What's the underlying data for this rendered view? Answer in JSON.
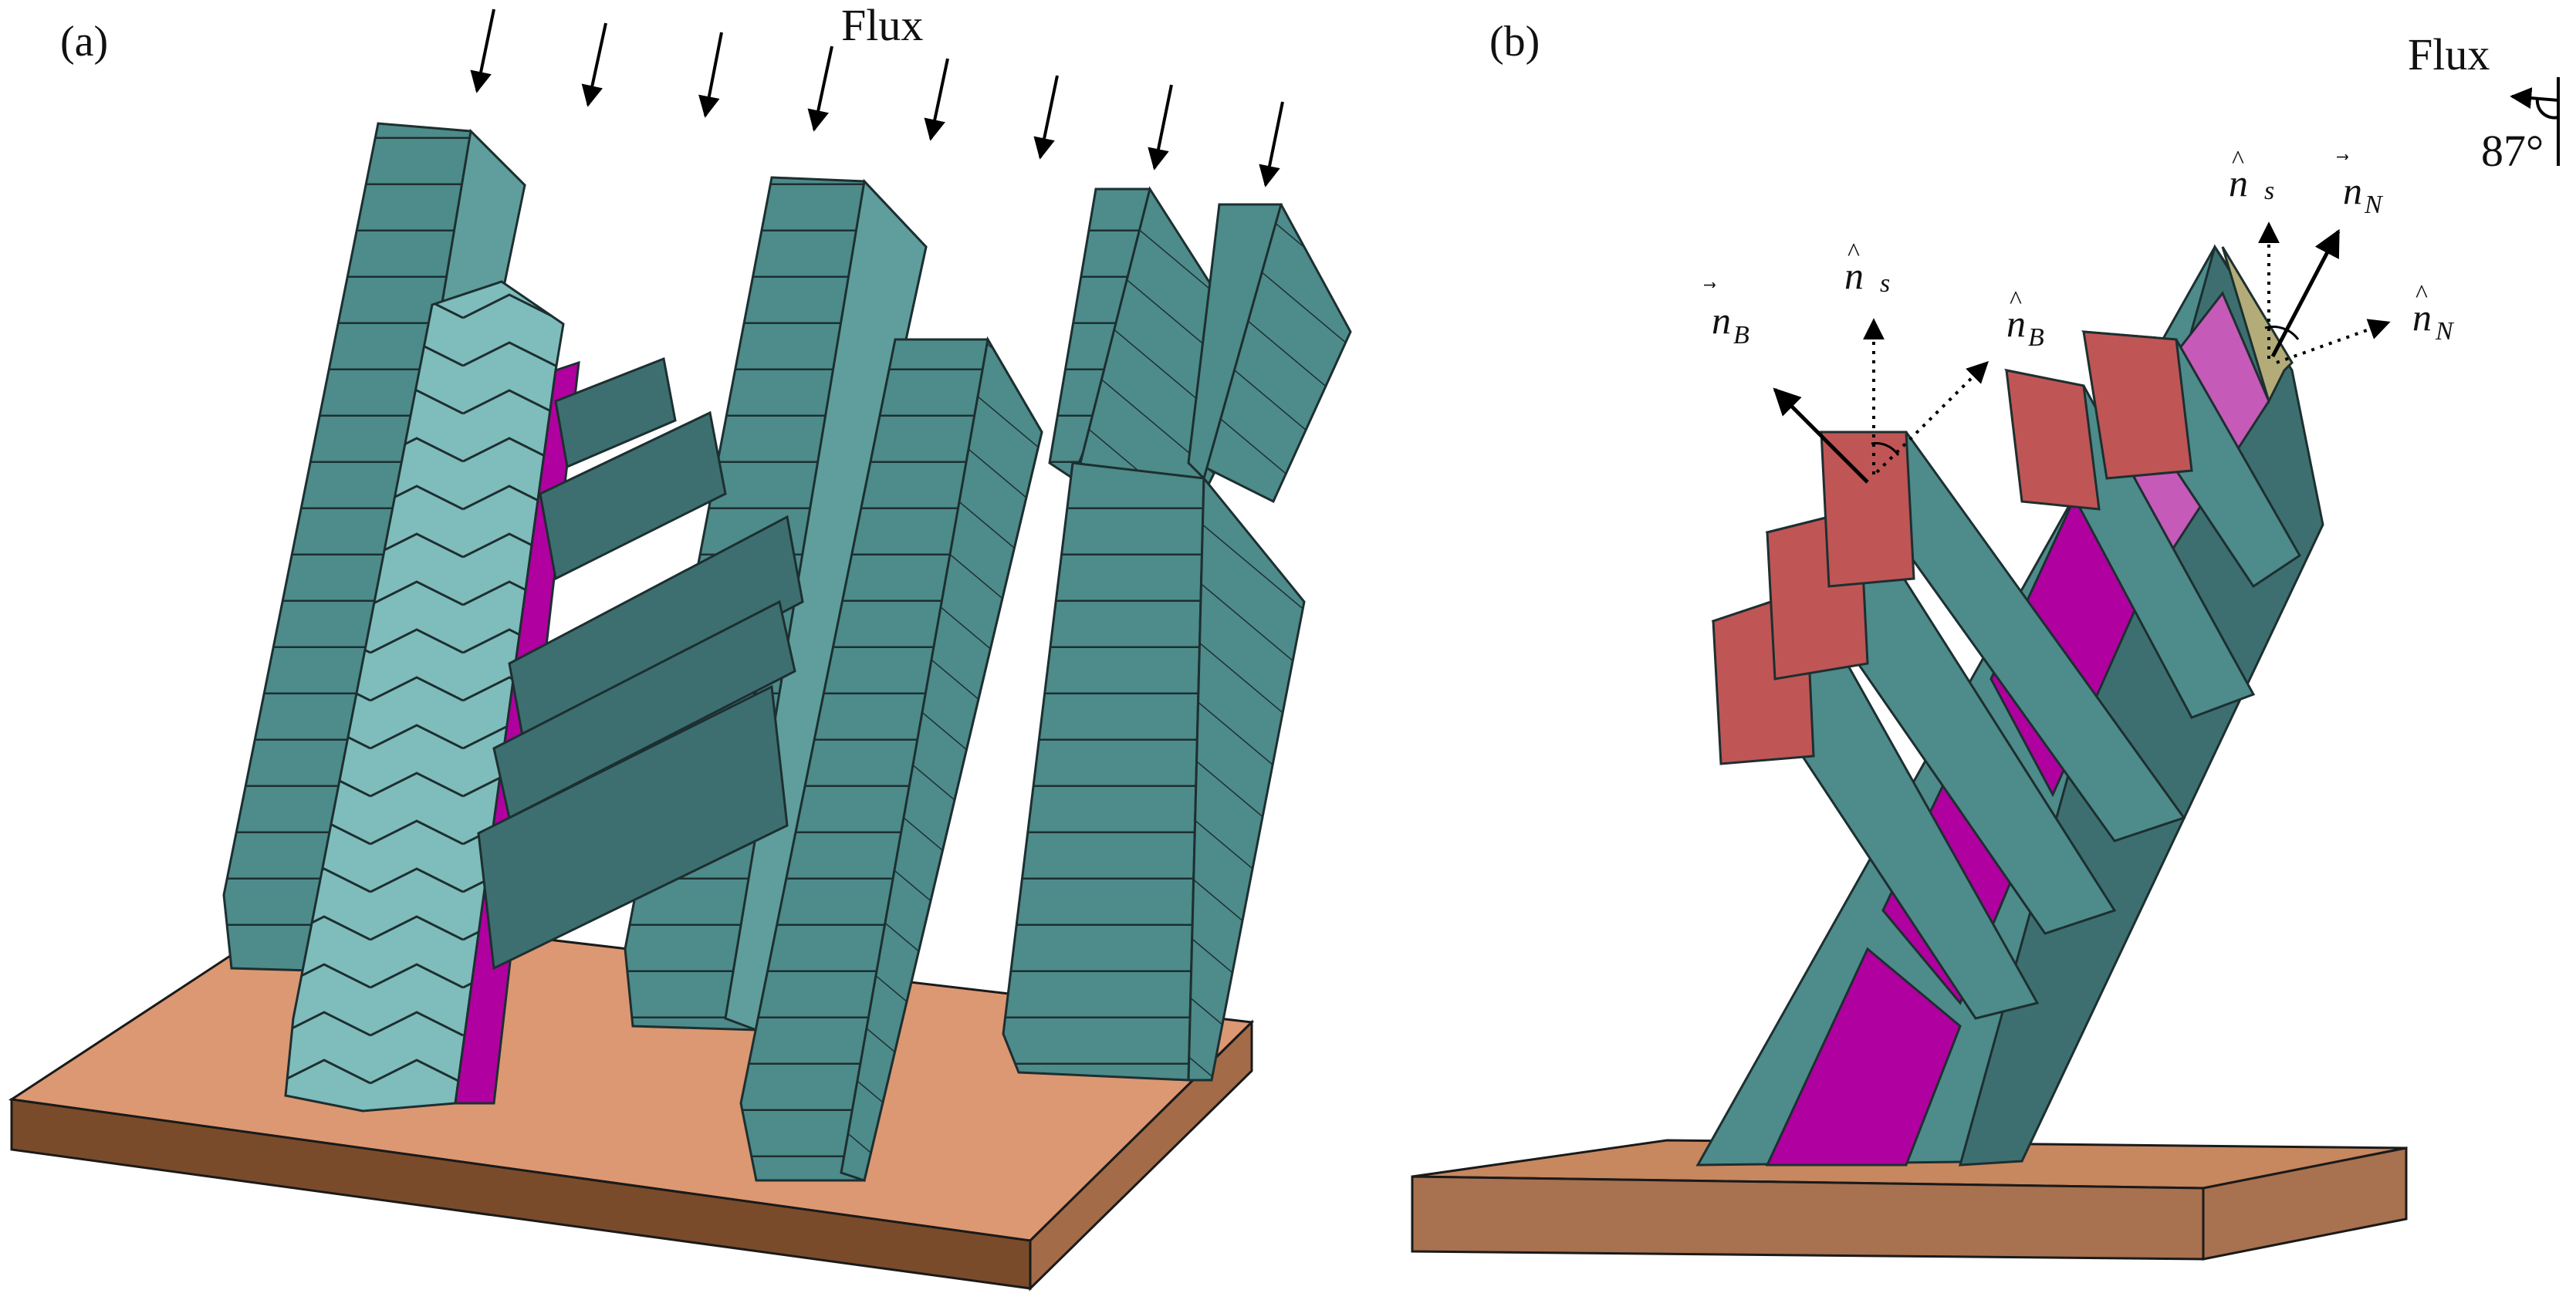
{
  "panels": [
    {
      "id": "a",
      "label": "(a)",
      "flux_label": "Flux"
    },
    {
      "id": "b",
      "label": "(b)",
      "flux_label": "Flux",
      "flux_angle": "87°"
    }
  ],
  "vectors": [
    {
      "id": "n-B-solid",
      "symbol": "n",
      "hat": "arrow",
      "subscript": "B",
      "style": "solid"
    },
    {
      "id": "n-s-left",
      "symbol": "n",
      "hat": "caret",
      "subscript": "s",
      "style": "dotted"
    },
    {
      "id": "n-B-dotted",
      "symbol": "n",
      "hat": "caret",
      "subscript": "B",
      "style": "dotted"
    },
    {
      "id": "n-s-right",
      "symbol": "n",
      "hat": "caret",
      "subscript": "s",
      "style": "dotted"
    },
    {
      "id": "n-N-solid",
      "symbol": "n",
      "hat": "arrow",
      "subscript": "N",
      "style": "solid"
    },
    {
      "id": "n-N-dotted",
      "symbol": "n",
      "hat": "caret",
      "subscript": "N",
      "style": "dotted"
    }
  ],
  "colors": {
    "column_face": "#4e8b8b",
    "column_light": "#7fbcbc",
    "column_dark": "#3d6f70",
    "magenta": "#b0009f",
    "magenta_light": "#c65ab8",
    "cap_red": "#c05555",
    "cap_olive": "#b3ab78",
    "substrate_top": "#dc9872",
    "substrate_front": "#7a4b2a",
    "substrate_side": "#a36b48"
  }
}
